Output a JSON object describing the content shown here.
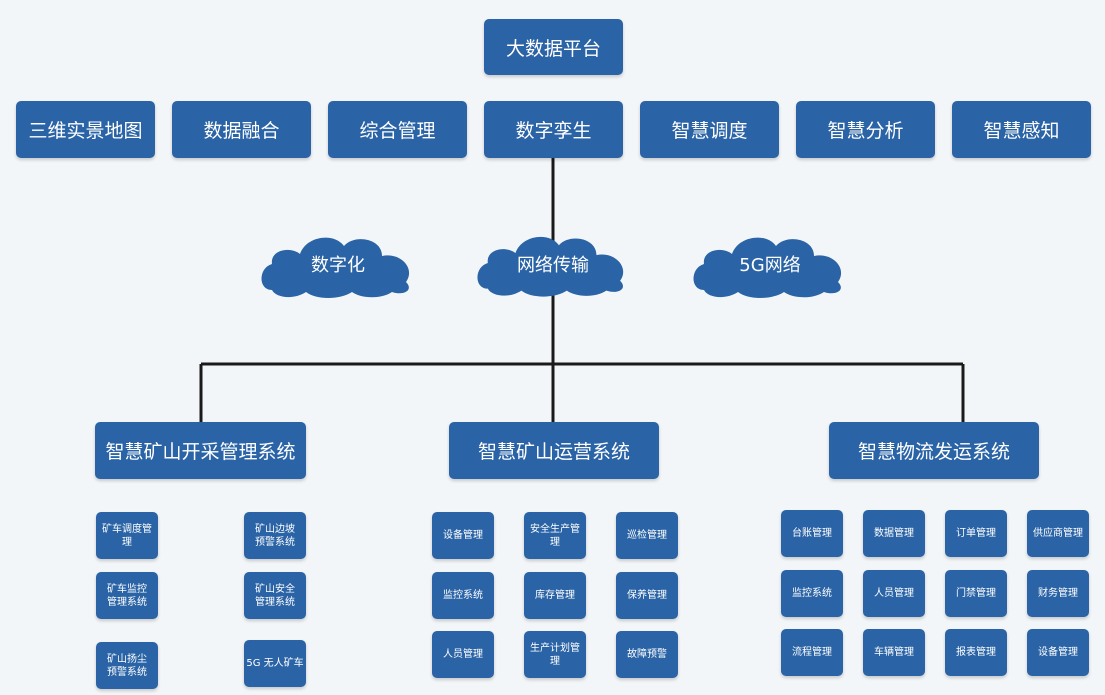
{
  "platform": "大数据平台",
  "modules": [
    "三维实景地图",
    "数据融合",
    "综合管理",
    "数字孪生",
    "智慧调度",
    "智慧分析",
    "智慧感知"
  ],
  "clouds": [
    "数字化",
    "网络传输",
    "5G网络"
  ],
  "systems": [
    {
      "title": "智慧矿山开采管理系统",
      "items": [
        "矿车调度管理",
        "矿山边坡\n预警系统",
        "矿车监控\n管理系统",
        "矿山安全\n管理系统",
        "矿山扬尘\n预警系统",
        "5G 无人矿车"
      ]
    },
    {
      "title": "智慧矿山运营系统",
      "items": [
        "设备管理",
        "安全生产管理",
        "巡检管理",
        "监控系统",
        "库存管理",
        "保养管理",
        "人员管理",
        "生产计划管理",
        "故障预警"
      ]
    },
    {
      "title": "智慧物流发运系统",
      "items": [
        "台账管理",
        "数据管理",
        "订单管理",
        "供应商管理",
        "监控系统",
        "人员管理",
        "门禁管理",
        "财务管理",
        "流程管理",
        "车辆管理",
        "报表管理",
        "设备管理"
      ]
    }
  ],
  "colors": {
    "box": "#2a63a6",
    "line": "#1a1a1a",
    "background": "#f3f6f8"
  }
}
